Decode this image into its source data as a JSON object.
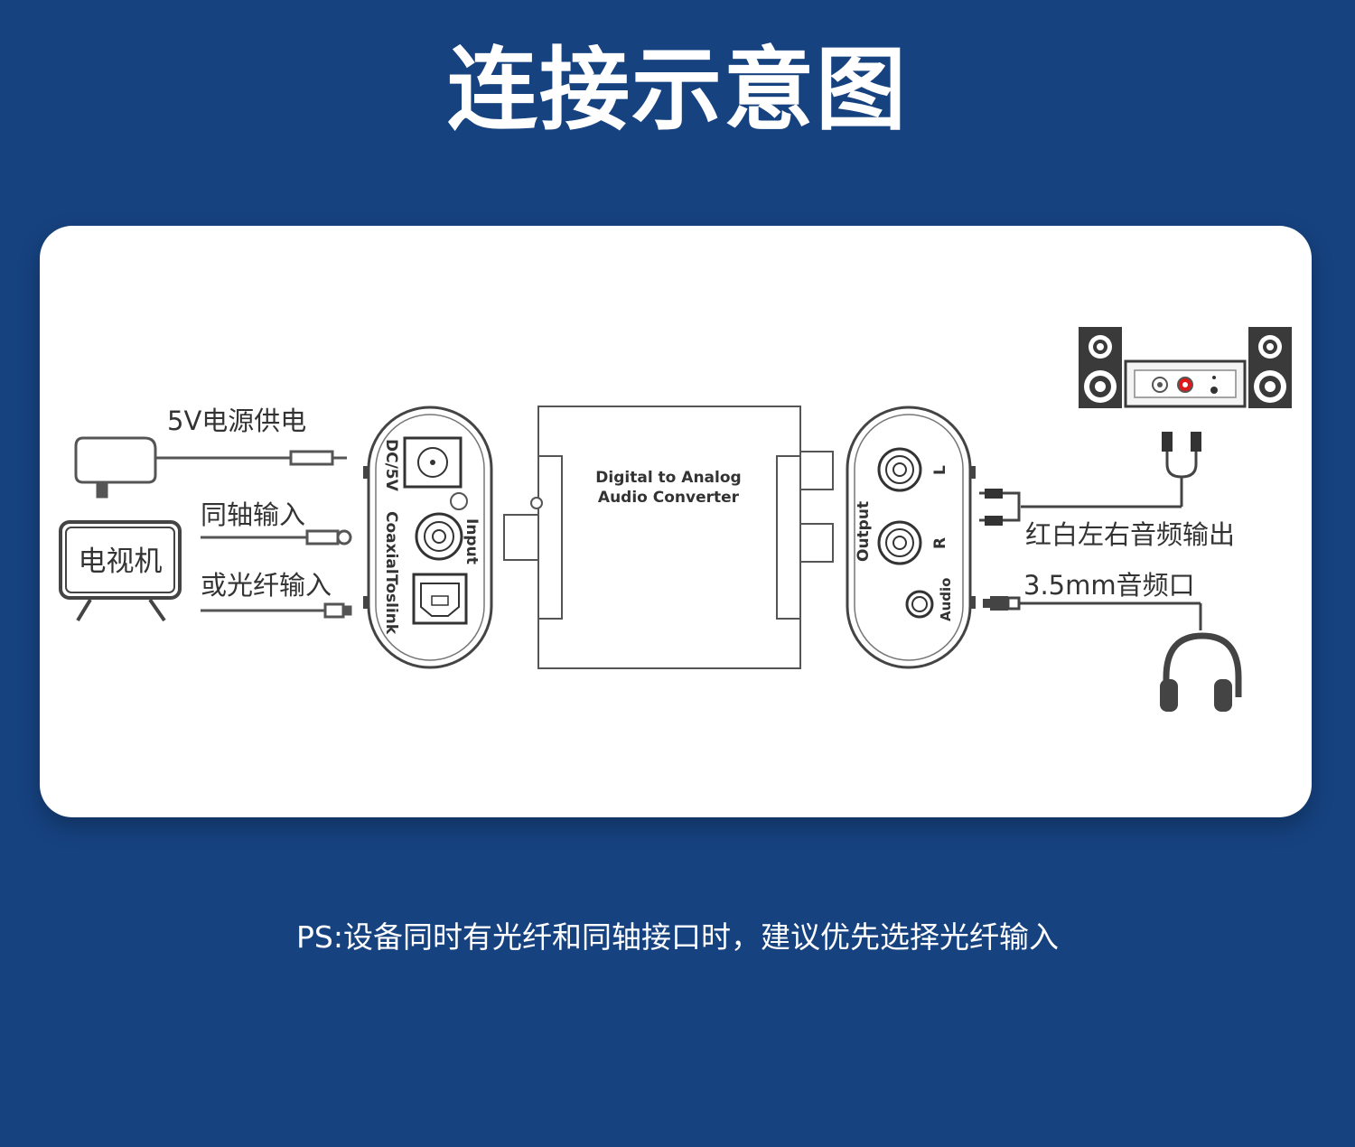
{
  "title": "连接示意图",
  "diagram": {
    "power_label": "5V电源供电",
    "tv_label": "电视机",
    "coaxial_in_label": "同轴输入",
    "optical_in_label": "或光纤输入",
    "rca_out_label": "红白左右音频输出",
    "jack_out_label": "3.5mm音频口",
    "device": {
      "line1": "Digital to Analog",
      "line2": "Audio Converter"
    },
    "input_panel": {
      "dc": "DC/5V",
      "input": "Input",
      "coaxial": "Coaxial",
      "toslink": "Toslink"
    },
    "output_panel": {
      "output": "Output",
      "left": "L",
      "right": "R",
      "audio": "Audio"
    }
  },
  "note": "PS:设备同时有光纤和同轴接口时，建议优先选择光纤输入",
  "colors": {
    "background": "#16427f",
    "card": "#ffffff",
    "line": "#555555",
    "red_jack": "#e01818"
  }
}
